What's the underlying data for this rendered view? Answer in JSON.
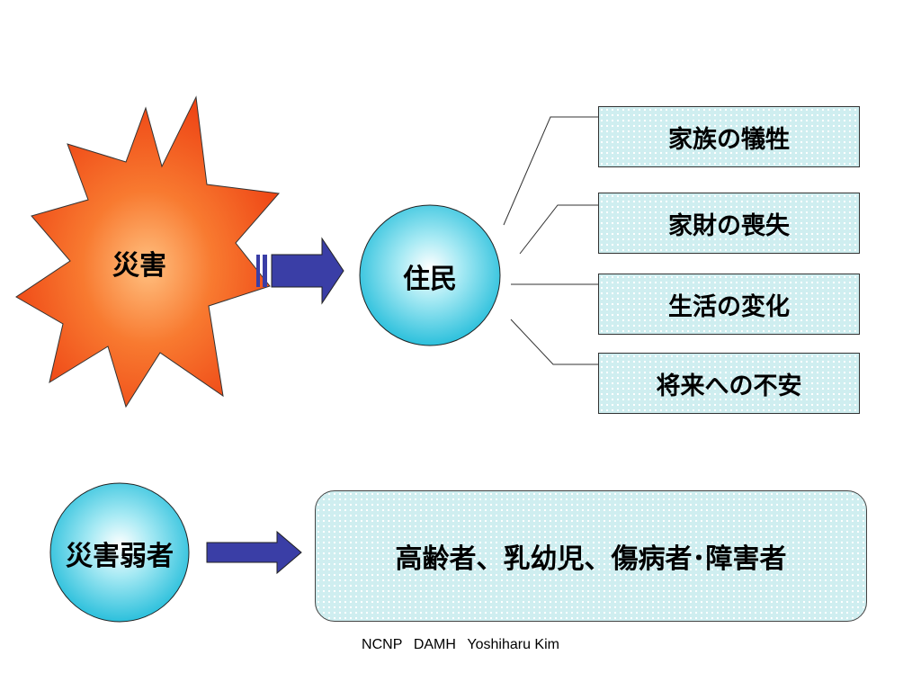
{
  "disaster": {
    "label": "災害"
  },
  "residents": {
    "label": "住民"
  },
  "impacts": [
    {
      "label": "家族の犠牲"
    },
    {
      "label": "家財の喪失"
    },
    {
      "label": "生活の変化"
    },
    {
      "label": "将来への不安"
    }
  ],
  "vulnerable": {
    "label": "災害弱者",
    "groups": "高齢者、乳幼児、傷病者･障害者"
  },
  "footer": {
    "org1": "NCNP",
    "org2": "DAMH",
    "author": "Yoshiharu Kim"
  },
  "colors": {
    "burst": "#f04c18",
    "burst_center": "#ffb070",
    "circle": "#35c8e0",
    "box_fill": "#cfeef0",
    "arrow": "#3a3ea6"
  }
}
